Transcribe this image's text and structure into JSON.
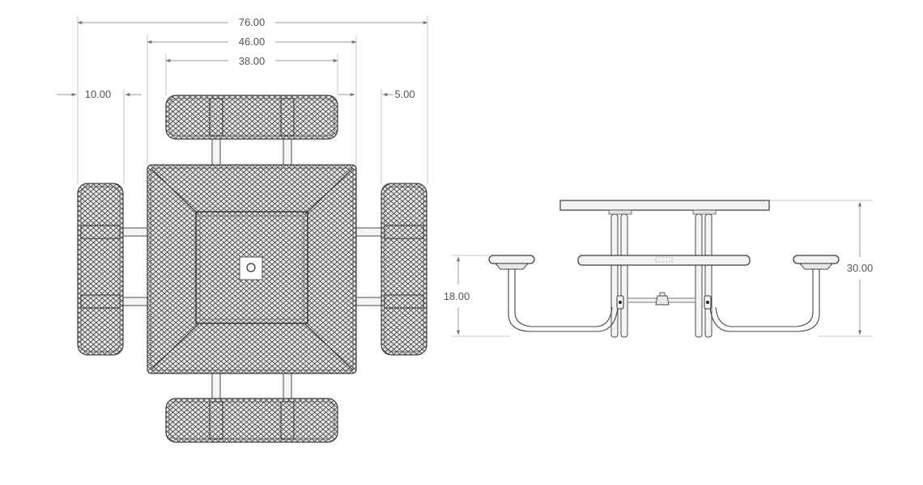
{
  "dimensions": {
    "overall_width": "76.00",
    "table_width": "46.00",
    "bench_length": "38.00",
    "bench_depth": "10.00",
    "bench_gap": "5.00",
    "seat_height": "18.00",
    "table_height": "30.00"
  },
  "colors": {
    "mesh": "#5a5a5a",
    "outline": "#3c3c3c",
    "dimension": "#9a9a9a",
    "text": "#555555"
  }
}
